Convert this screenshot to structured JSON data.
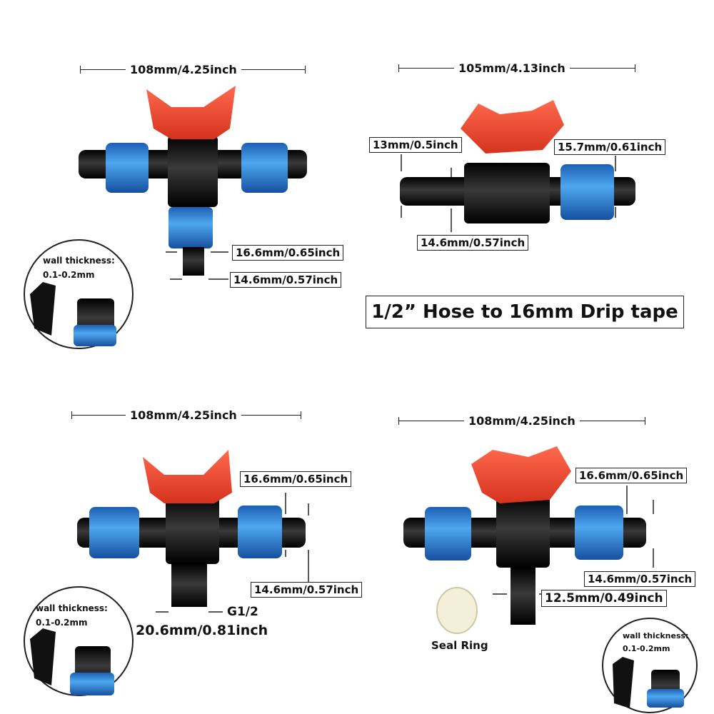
{
  "panels": {
    "tl": {
      "width": "108mm/4.25inch",
      "dim_a": "16.6mm/0.65inch",
      "dim_b": "14.6mm/0.57inch",
      "inset": {
        "label": "wall thickness:",
        "range": "0.1-0.2mm"
      }
    },
    "tr": {
      "width": "105mm/4.13inch",
      "dim_left": "13mm/0.5inch",
      "dim_right": "15.7mm/0.61inch",
      "dim_bottom": "14.6mm/0.57inch"
    },
    "bl": {
      "width": "108mm/4.25inch",
      "dim_a": "16.6mm/0.65inch",
      "dim_b": "14.6mm/0.57inch",
      "thread": "G1/2",
      "thread_size": "20.6mm/0.81inch",
      "inset": {
        "label": "wall thickness:",
        "range": "0.1-0.2mm"
      }
    },
    "br": {
      "width": "108mm/4.25inch",
      "dim_a": "16.6mm/0.65inch",
      "dim_b": "14.6mm/0.57inch",
      "dim_c": "12.5mm/0.49inch",
      "seal": "Seal Ring",
      "inset": {
        "label": "wall thickness:",
        "range": "0.1-0.2mm"
      }
    }
  },
  "title": "1/2” Hose to 16mm Drip tape",
  "colors": {
    "handle": "#f04a32",
    "nut": "#2f86d6",
    "body": "#1a1a1a"
  }
}
